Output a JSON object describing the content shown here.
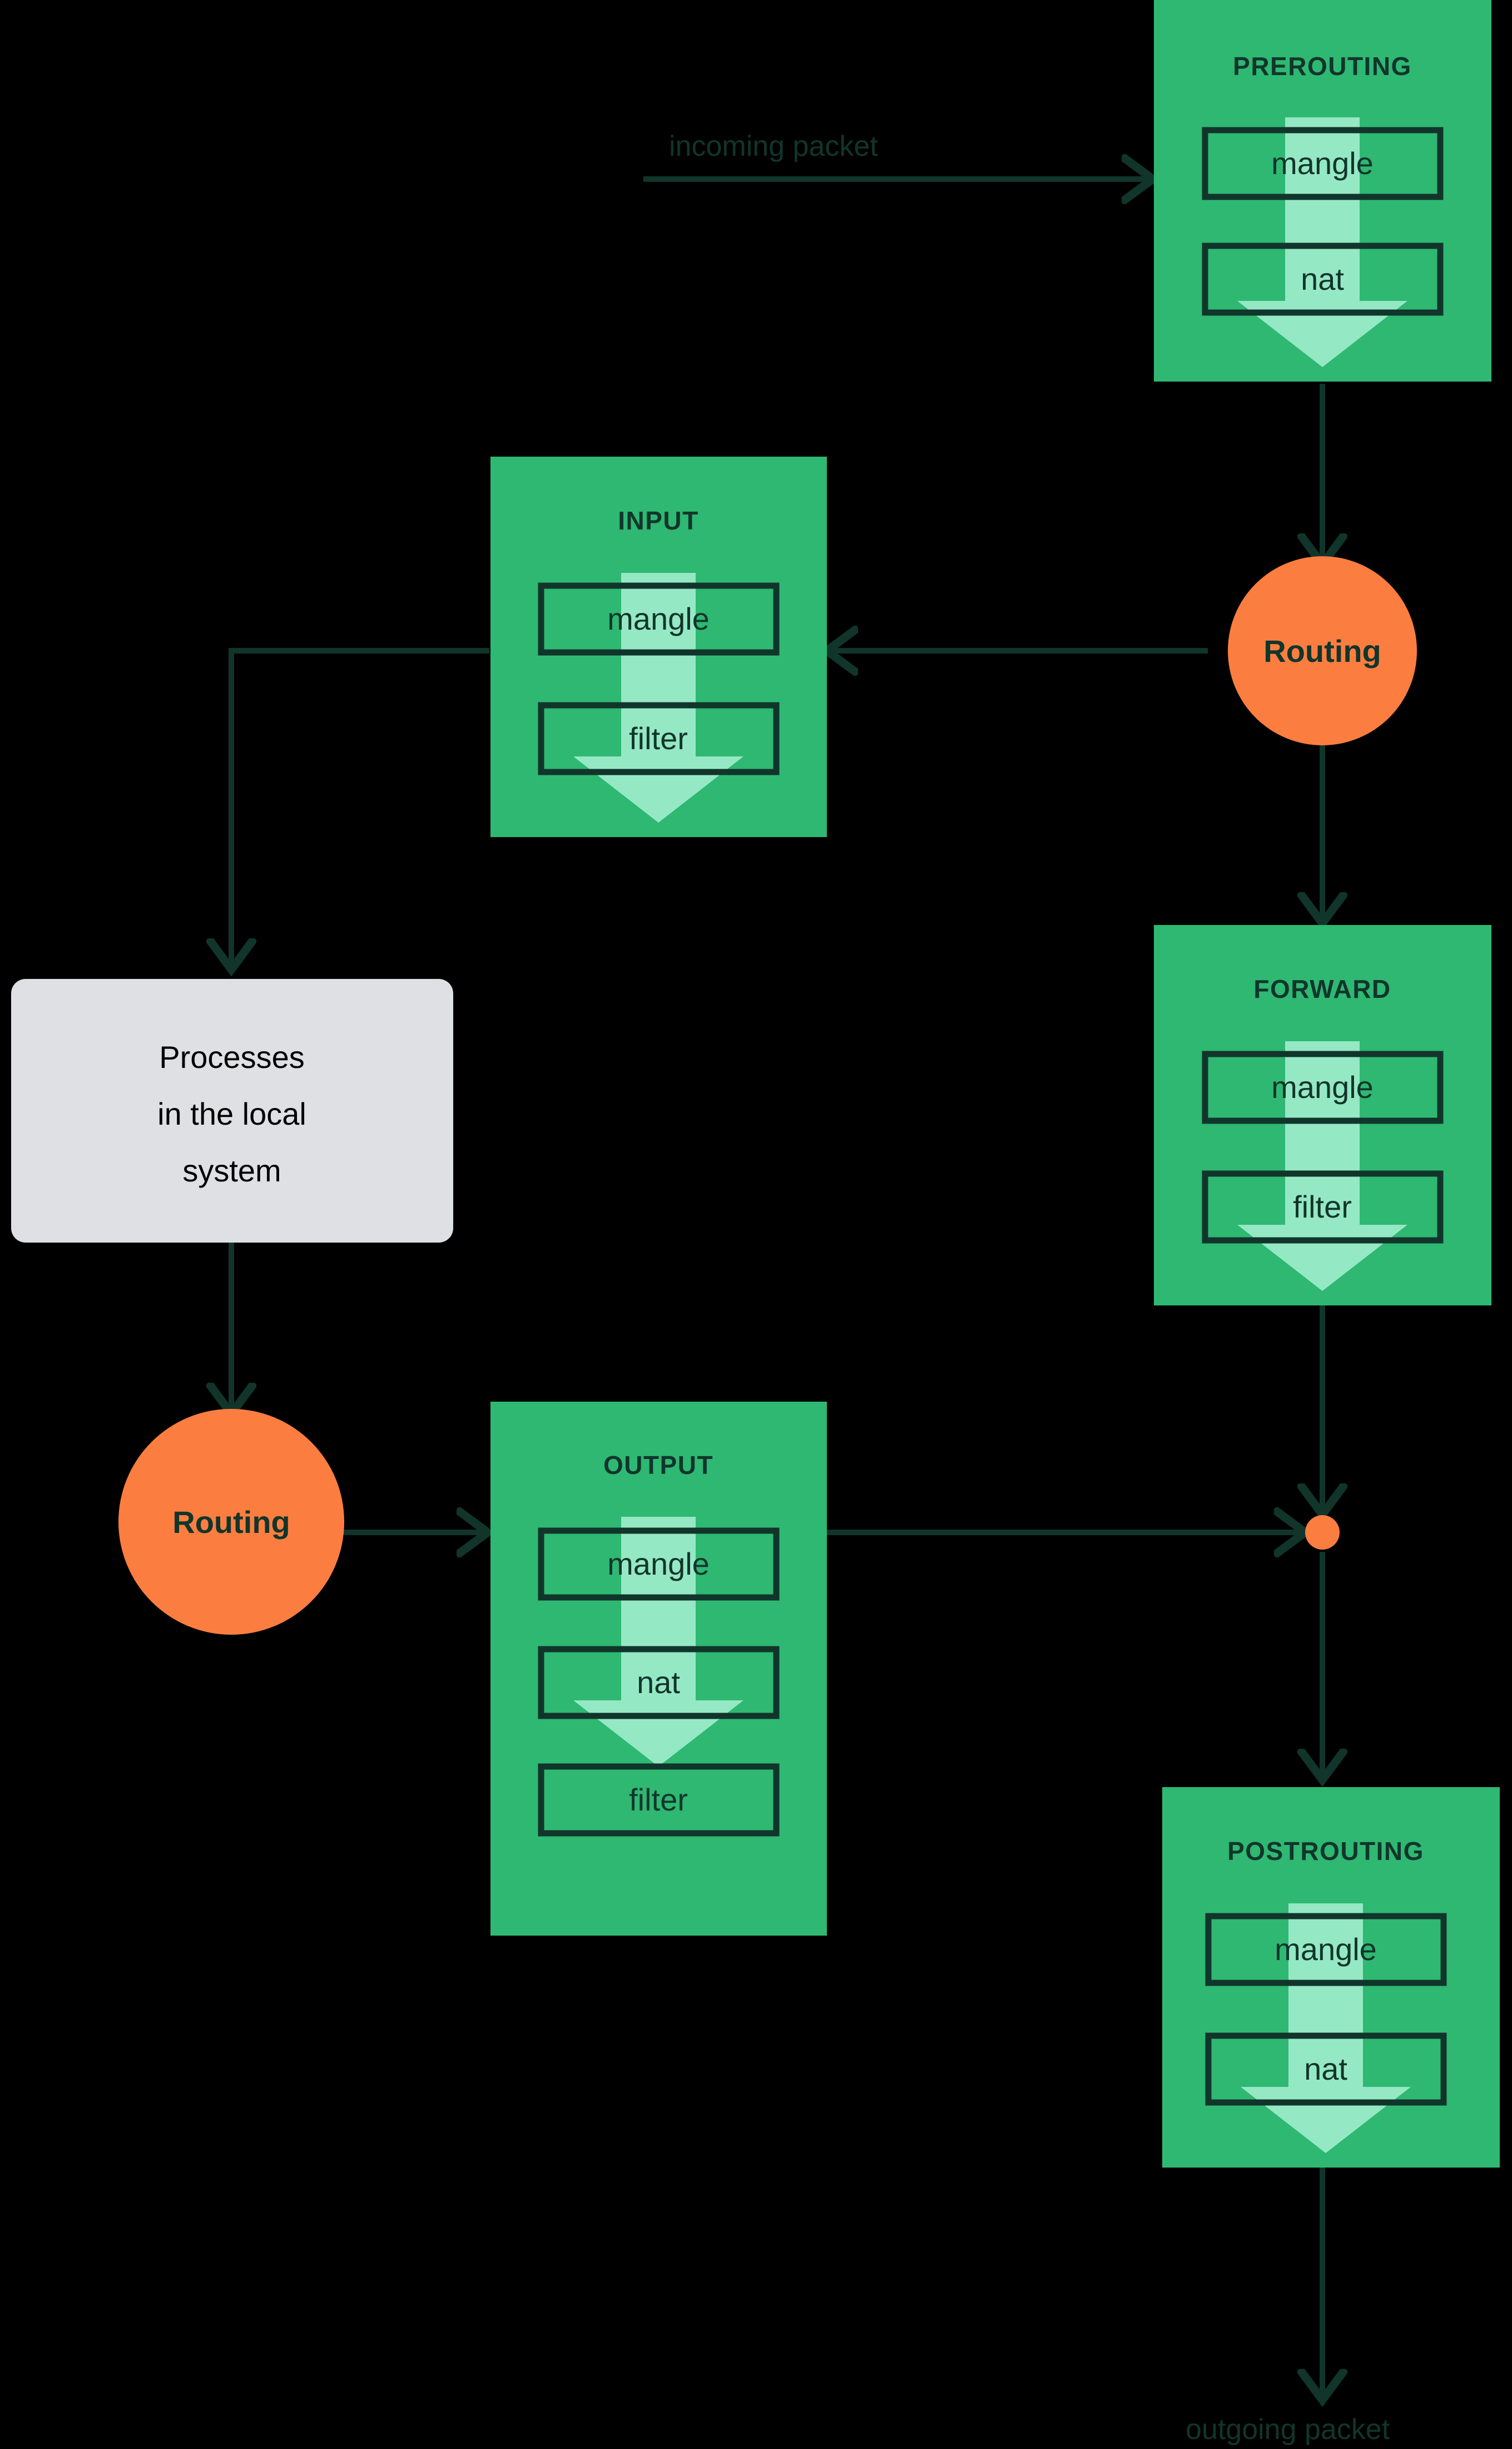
{
  "diagram": {
    "title": "netfilter packet flow through iptables tables and chains",
    "colors": {
      "background": "#000000",
      "block_green": "#2EB872",
      "arrow_light_green": "#95E8C4",
      "stroke_dark": "#11352B",
      "routing_orange": "#FB7E40",
      "process_box_gray": "#DEE0E3",
      "process_text": "#000000",
      "edge_label_text": "#11352B"
    },
    "labels": {
      "incoming_packet": "incoming packet",
      "outgoing_packet": "outgoing packet"
    },
    "blocks": [
      {
        "id": "prerouting",
        "title": "PREROUTING",
        "chains": [
          "mangle",
          "nat"
        ],
        "arrow_through": [
          "mangle",
          "nat"
        ]
      },
      {
        "id": "input",
        "title": "INPUT",
        "chains": [
          "mangle",
          "filter"
        ],
        "arrow_through": [
          "mangle",
          "filter"
        ]
      },
      {
        "id": "forward",
        "title": "FORWARD",
        "chains": [
          "mangle",
          "filter"
        ],
        "arrow_through": [
          "mangle",
          "filter"
        ]
      },
      {
        "id": "output",
        "title": "OUTPUT",
        "chains": [
          "mangle",
          "nat",
          "filter"
        ],
        "arrow_through": [
          "mangle",
          "nat"
        ]
      },
      {
        "id": "postrouting",
        "title": "POSTROUTING",
        "chains": [
          "mangle",
          "nat"
        ],
        "arrow_through": [
          "mangle",
          "nat"
        ]
      }
    ],
    "routing_nodes": [
      {
        "id": "routing-top",
        "label": "Routing"
      },
      {
        "id": "routing-bottom",
        "label": "Routing"
      }
    ],
    "process_box": {
      "id": "local-processes",
      "lines": [
        "Processes",
        "in the local",
        "system"
      ]
    },
    "junction": {
      "id": "merge-dot",
      "label": ""
    }
  }
}
